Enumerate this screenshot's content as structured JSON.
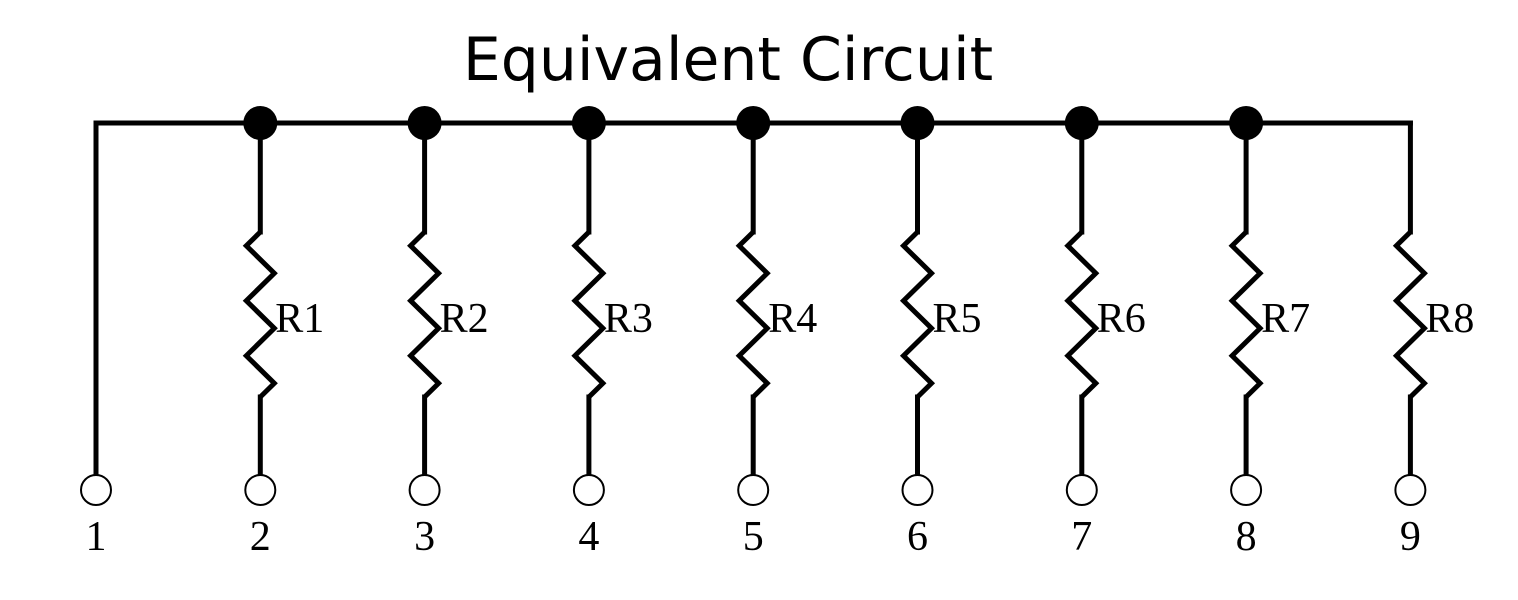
{
  "diagram": {
    "title": "Equivalent Circuit",
    "resistors": [
      "R1",
      "R2",
      "R3",
      "R4",
      "R5",
      "R6",
      "R7",
      "R8"
    ],
    "pins": [
      "1",
      "2",
      "3",
      "4",
      "5",
      "6",
      "7",
      "8",
      "9"
    ]
  },
  "colors": {
    "line": "#000000",
    "background": "#ffffff"
  }
}
